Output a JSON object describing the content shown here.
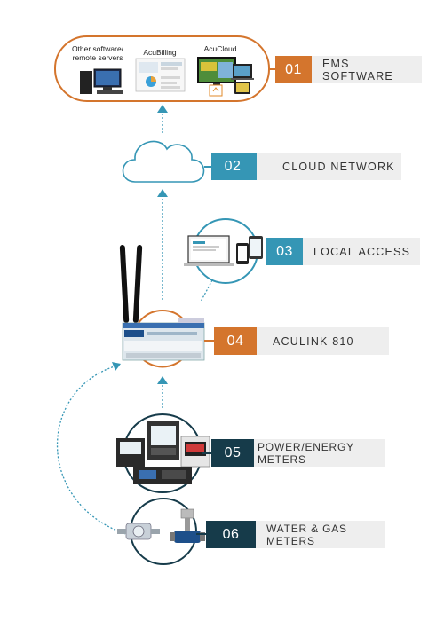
{
  "ems_box": {
    "label_other": "Other software/\nremote servers",
    "label_acubilling": "AcuBilling",
    "label_acucloud": "AcuCloud"
  },
  "steps": [
    {
      "num": "01",
      "label": "EMS SOFTWARE",
      "color": "#d4752d"
    },
    {
      "num": "02",
      "label": "CLOUD NETWORK",
      "color": "#3596b5"
    },
    {
      "num": "03",
      "label": "LOCAL ACCESS",
      "color": "#3596b5"
    },
    {
      "num": "04",
      "label": "ACULINK 810",
      "color": "#d4752d"
    },
    {
      "num": "05",
      "label": "POWER/ENERGY METERS",
      "color": "#163b4a"
    },
    {
      "num": "06",
      "label": "WATER & GAS METERS",
      "color": "#163b4a"
    }
  ],
  "colors": {
    "orange": "#d4752d",
    "blue": "#3596b5",
    "navy": "#163b4a",
    "banner_bg": "#eeeeee"
  }
}
